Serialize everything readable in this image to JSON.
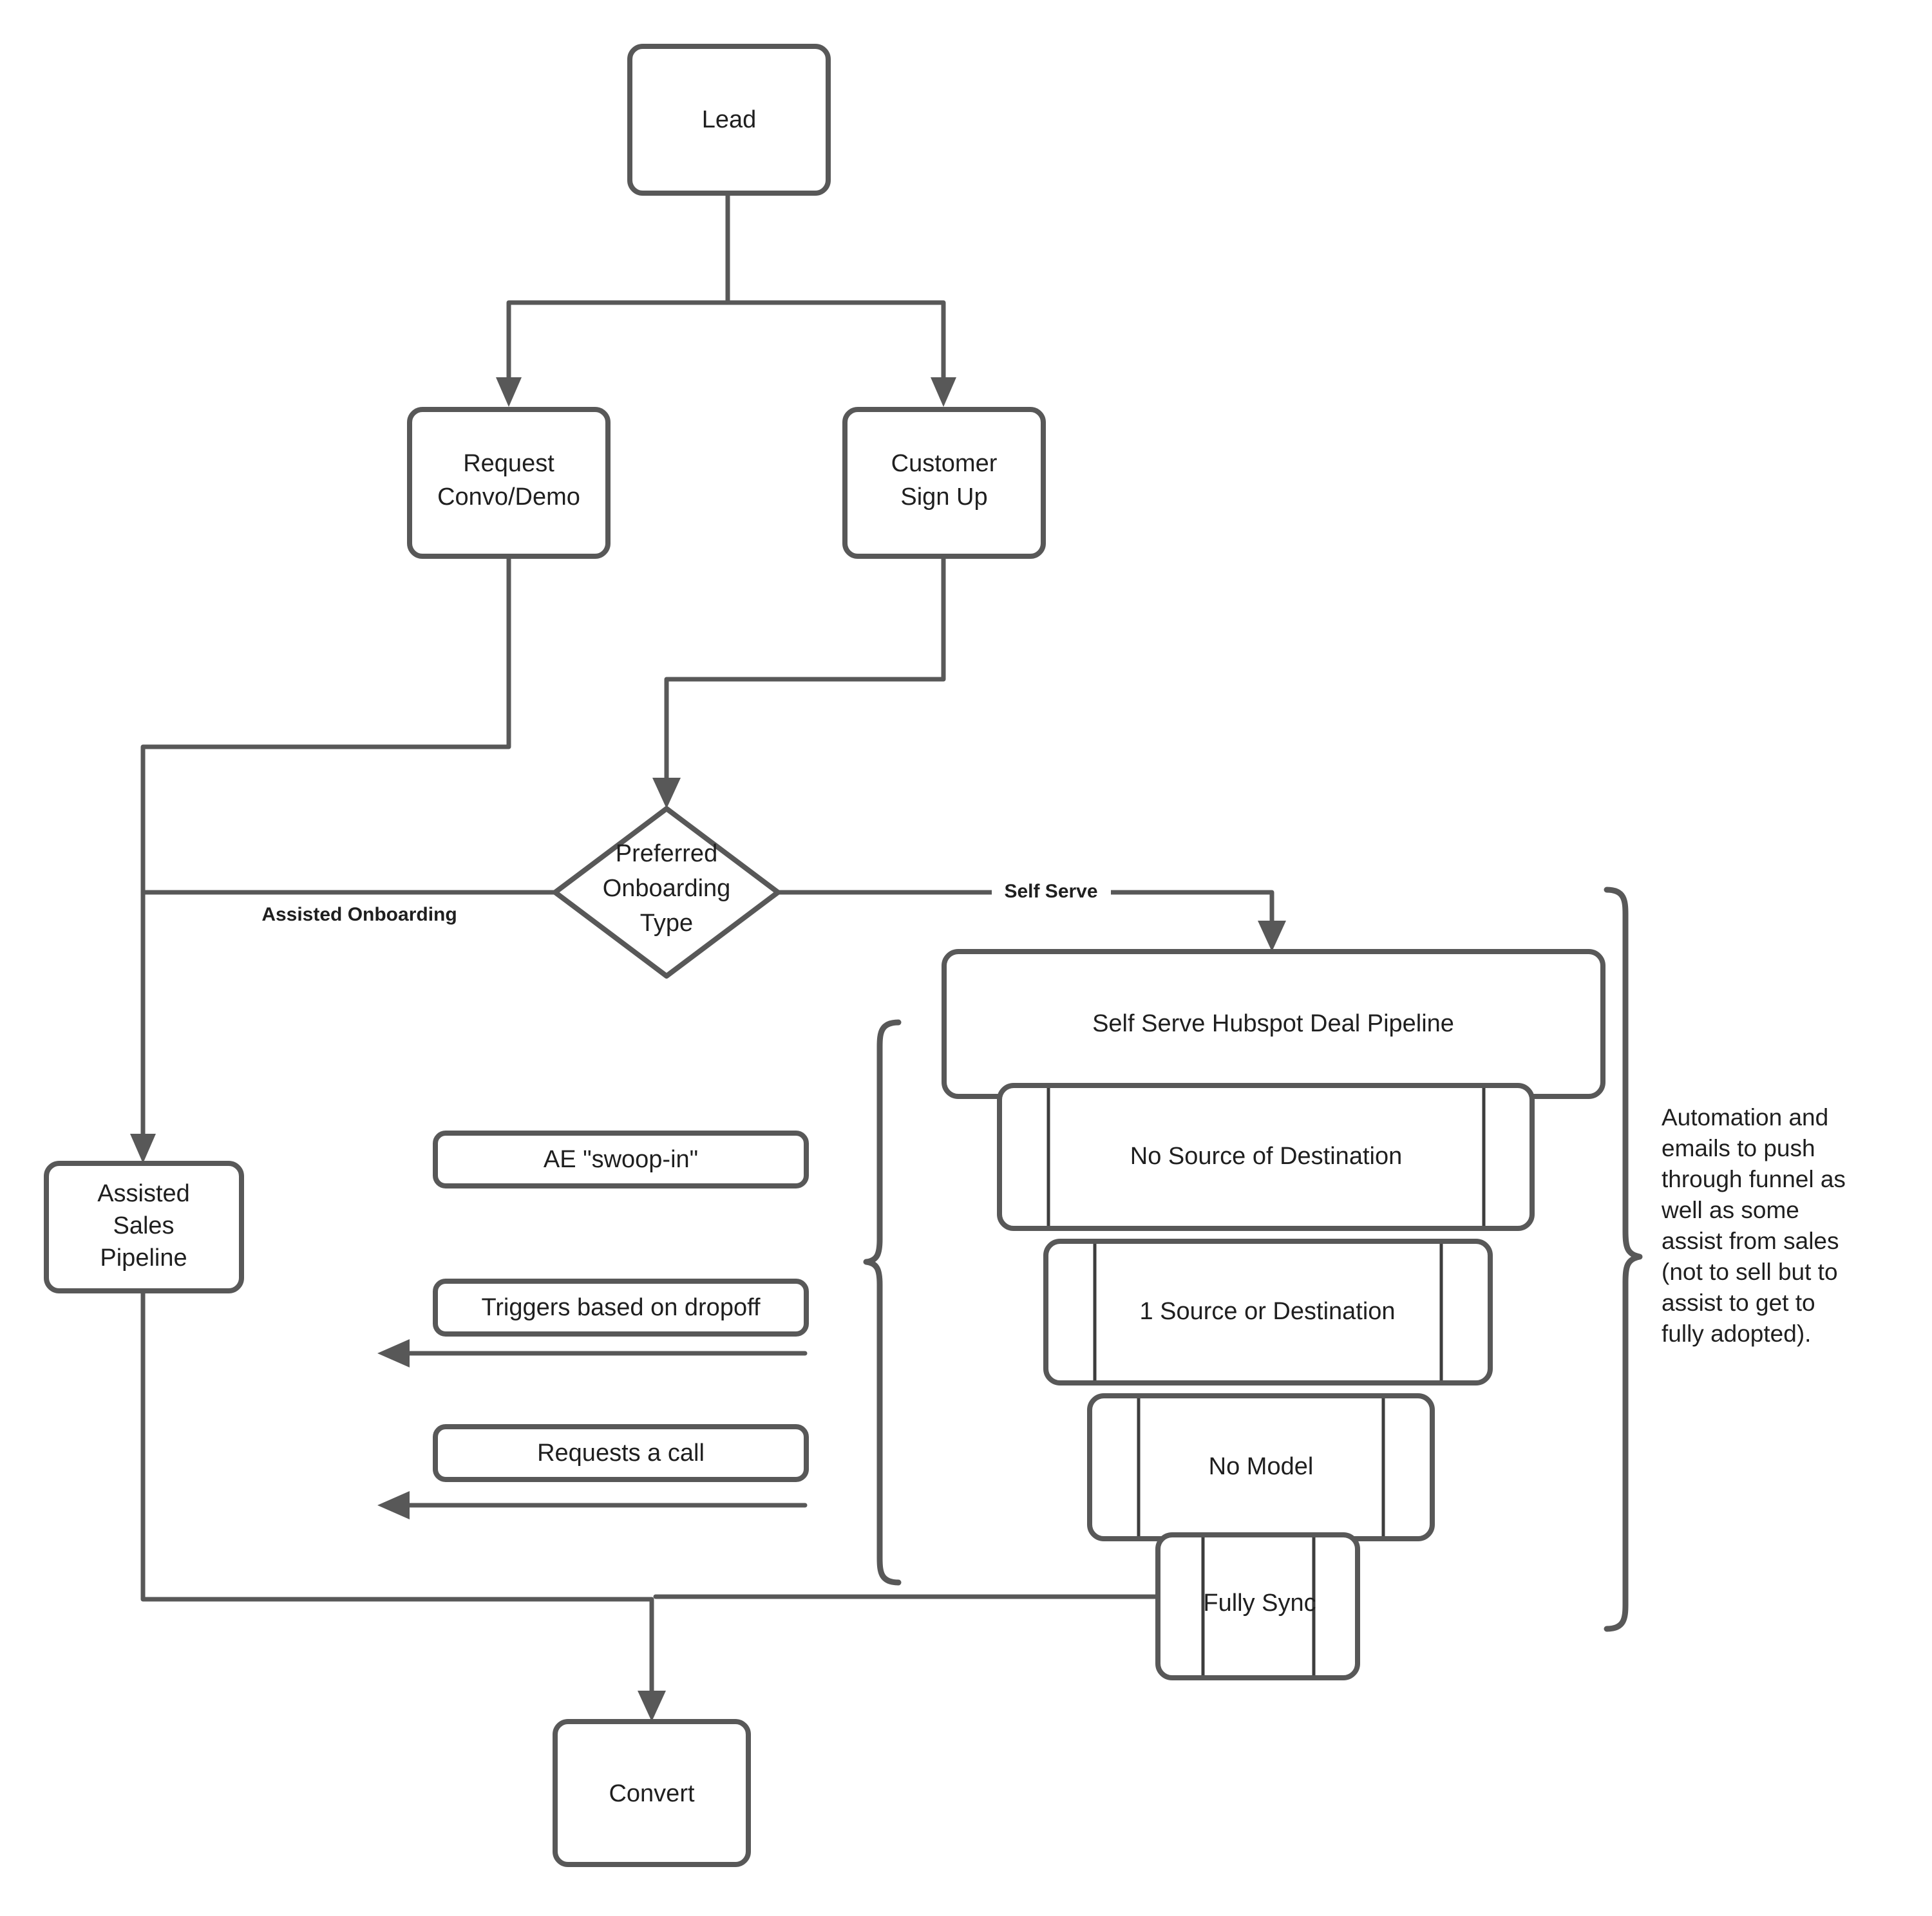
{
  "diagram": {
    "title": "Lead onboarding and conversion flow",
    "colors": {
      "stroke": "#585858",
      "text": "#1f1f1f",
      "background": "#ffffff"
    },
    "nodes": {
      "lead": {
        "label": "Lead"
      },
      "request_convo_demo": {
        "label_line1": "Request",
        "label_line2": "Convo/Demo"
      },
      "customer_sign_up": {
        "label_line1": "Customer",
        "label_line2": "Sign Up"
      },
      "preferred_onboarding_type": {
        "label_line1": "Preferred",
        "label_line2": "Onboarding",
        "label_line3": "Type"
      },
      "assisted_sales_pipeline": {
        "label_line1": "Assisted",
        "label_line2": "Sales",
        "label_line3": "Pipeline"
      },
      "ae_swoop_in": {
        "label": "AE \"swoop-in\""
      },
      "triggers_based_on_dropoff": {
        "label": "Triggers based on dropoff"
      },
      "requests_a_call": {
        "label": "Requests a call"
      },
      "convert": {
        "label": "Convert"
      }
    },
    "funnel": {
      "stages": [
        {
          "id": "self-serve-hubspot-deal-pipeline",
          "label": "Self Serve Hubspot Deal Pipeline"
        },
        {
          "id": "no-source-of-destination",
          "label": "No Source of Destination"
        },
        {
          "id": "one-source-or-destination",
          "label": "1 Source or Destination"
        },
        {
          "id": "no-model",
          "label": "No Model"
        },
        {
          "id": "fully-sync",
          "label": "Fully Sync"
        }
      ]
    },
    "edge_labels": {
      "assisted_onboarding": "Assisted Onboarding",
      "self_serve": "Self Serve"
    },
    "annotation": {
      "lines": [
        "Automation and",
        "emails to push",
        "through funnel as",
        "well as some",
        "assist from sales",
        "(not to sell but to",
        "assist to get to",
        "fully adopted)."
      ]
    }
  }
}
